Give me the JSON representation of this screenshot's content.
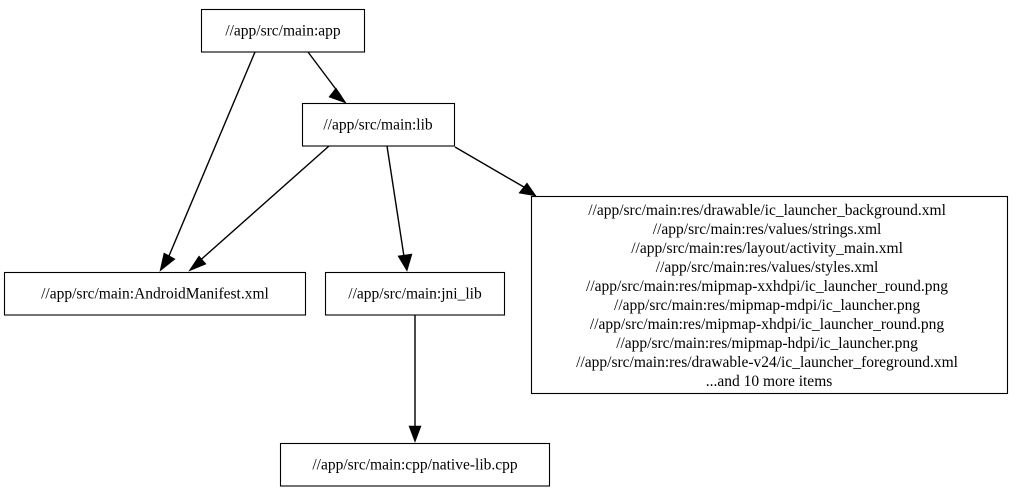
{
  "graph": {
    "title": "dependency-graph",
    "background_color": "#ffffff",
    "node_fill": "#ffffff",
    "node_stroke": "#000000",
    "edge_color": "#000000"
  },
  "nodes": {
    "app": {
      "label": "//app/src/main:app"
    },
    "lib": {
      "label": "//app/src/main:lib"
    },
    "manifest": {
      "label": "//app/src/main:AndroidManifest.xml"
    },
    "jni_lib": {
      "label": "//app/src/main:jni_lib"
    },
    "native_lib": {
      "label": "//app/src/main:cpp/native-lib.cpp"
    },
    "resources": {
      "lines": [
        "//app/src/main:res/drawable/ic_launcher_background.xml",
        "//app/src/main:res/values/strings.xml",
        "//app/src/main:res/layout/activity_main.xml",
        "//app/src/main:res/values/styles.xml",
        "//app/src/main:res/mipmap-xxhdpi/ic_launcher_round.png",
        "//app/src/main:res/mipmap-mdpi/ic_launcher.png",
        "//app/src/main:res/mipmap-xhdpi/ic_launcher_round.png",
        "//app/src/main:res/mipmap-hdpi/ic_launcher.png",
        "//app/src/main:res/drawable-v24/ic_launcher_foreground.xml",
        "...and 10 more items"
      ]
    }
  },
  "edges": [
    {
      "from": "app",
      "to": "lib"
    },
    {
      "from": "app",
      "to": "manifest"
    },
    {
      "from": "lib",
      "to": "manifest"
    },
    {
      "from": "lib",
      "to": "jni_lib"
    },
    {
      "from": "lib",
      "to": "resources"
    },
    {
      "from": "jni_lib",
      "to": "native_lib"
    }
  ]
}
